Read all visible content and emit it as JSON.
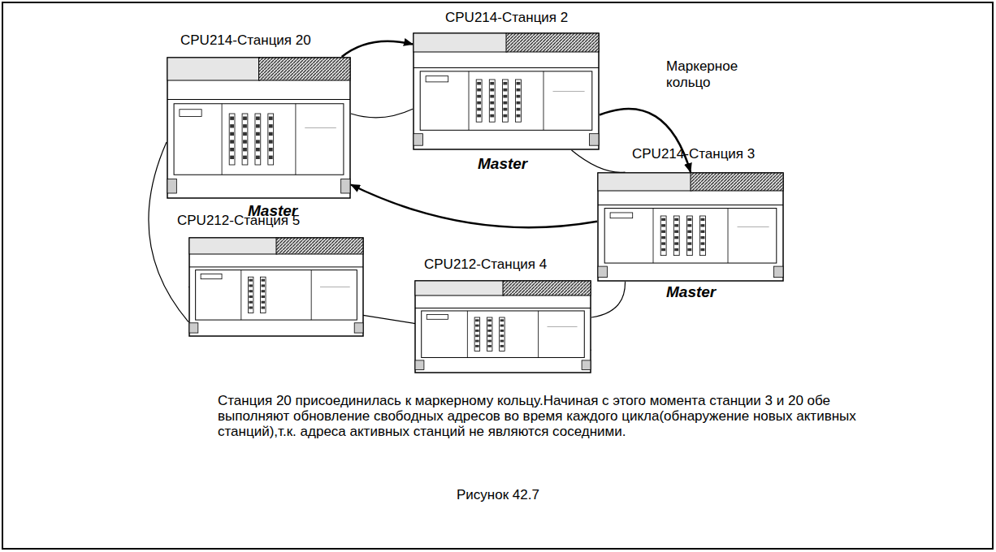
{
  "diagram": {
    "caption": "Рисунок 42.7",
    "nodes": [
      {
        "text": [
          "CPU214-Станция 2",
          "Master"
        ]
      },
      {
        "text": [
          "CPU214-Станция 20",
          "Master"
        ]
      },
      {
        "text": [
          "CPU214-Станция 3",
          "Master"
        ]
      },
      {
        "text": [
          "CPU212-Станция 5"
        ]
      },
      {
        "text": [
          "CPU212-Станция 4"
        ]
      }
    ],
    "edges": [
      {
        "from": 1,
        "to": 0,
        "arrow": "to"
      },
      {
        "from": 0,
        "to": 2,
        "arrow": "to"
      },
      {
        "from": 2,
        "to": 1,
        "arrow": "to"
      },
      {
        "from": 1,
        "to": 0,
        "arrow": "none"
      },
      {
        "from": 0,
        "to": 2,
        "arrow": "none"
      },
      {
        "from": 2,
        "to": 4,
        "arrow": "none"
      },
      {
        "from": 4,
        "to": 3,
        "arrow": "none"
      },
      {
        "from": 3,
        "to": 1,
        "arrow": "none"
      }
    ],
    "labels": [
      "Маркерное кольцо",
      "Станция 20 присоединилась к маркерному кольцу.Начиная с этого момента станции 3 и 20 обе выполняют обновление свободных адресов во время каждого цикла(обнаружение новых активных станций),т.к. адреса активных станций не являются соседними."
    ]
  }
}
